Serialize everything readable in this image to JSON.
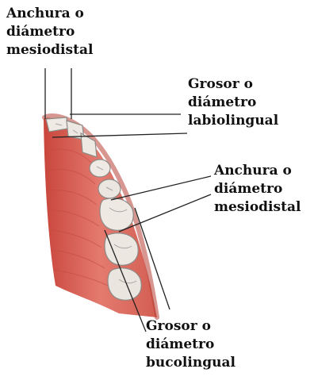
{
  "labels": {
    "width_incisor": [
      "Anchura o",
      "diámetro",
      "mesiodistal"
    ],
    "thickness_incisor": [
      "Grosor o",
      "diámetro",
      "labiolingual"
    ],
    "width_molar": [
      "Anchura o",
      "diámetro",
      "mesiodistal"
    ],
    "thickness_molar": [
      "Grosor o",
      "diámetro",
      "bucolingual"
    ]
  },
  "colors": {
    "gum": "#d9574d",
    "palate": "#e98076",
    "tooth": "#f0ece6",
    "tooth_shadow": "#9c9a98",
    "leader_line": "#222222",
    "text": "#111111"
  }
}
